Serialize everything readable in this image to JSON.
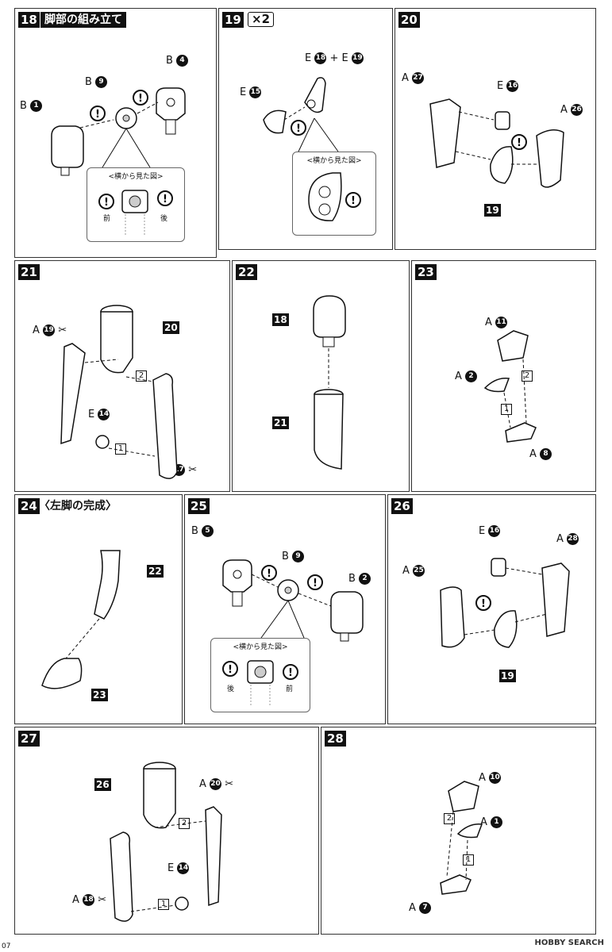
{
  "page_number": "07",
  "watermark": "HOBBY SEARCH",
  "panels": {
    "p18": {
      "step": "18",
      "title": "脚部の組み立て",
      "labels": [
        "B",
        "B",
        "B"
      ],
      "nums": [
        "1",
        "9",
        "4"
      ],
      "inset_title": "<横から見た図>",
      "front": "前",
      "back": "後"
    },
    "p19": {
      "step": "19",
      "multiplier": "×2",
      "top_label": "E",
      "top_num1": "18",
      "plus": "+",
      "top_label2": "E",
      "top_num2": "19",
      "left_label": "E",
      "left_num": "15",
      "inset_title": "<横から見た図>"
    },
    "p20": {
      "step": "20",
      "a27": "27",
      "e16": "16",
      "a26": "26",
      "tag": "19",
      "A": "A",
      "E": "E"
    },
    "p21": {
      "step": "21",
      "a19": "19",
      "e14": "14",
      "a17": "17",
      "tag": "20",
      "o1": "1",
      "o2": "2",
      "A": "A",
      "E": "E"
    },
    "p22": {
      "step": "22",
      "tag1": "18",
      "tag2": "21"
    },
    "p23": {
      "step": "23",
      "a11": "11",
      "a2": "2",
      "a8": "8",
      "o1": "1",
      "o2": "2",
      "A": "A"
    },
    "p24": {
      "step": "24",
      "title": "〈左脚の完成〉",
      "tag1": "22",
      "tag2": "23"
    },
    "p25": {
      "step": "25",
      "b5": "5",
      "b9": "9",
      "b2": "2",
      "B": "B",
      "inset_title": "<横から見た図>",
      "back": "後",
      "front": "前"
    },
    "p26": {
      "step": "26",
      "e16": "16",
      "a28": "28",
      "a25": "25",
      "tag": "19",
      "A": "A",
      "E": "E"
    },
    "p27": {
      "step": "27",
      "tag": "26",
      "a20": "20",
      "e14": "14",
      "a18": "18",
      "o1": "1",
      "o2": "2",
      "A": "A",
      "E": "E"
    },
    "p28": {
      "step": "28",
      "a10": "10",
      "a1": "1",
      "a7": "7",
      "o1": "1",
      "o2": "2",
      "A": "A"
    }
  },
  "icons": {
    "caution": "caution-icon",
    "cut": "cut-gate-icon"
  }
}
